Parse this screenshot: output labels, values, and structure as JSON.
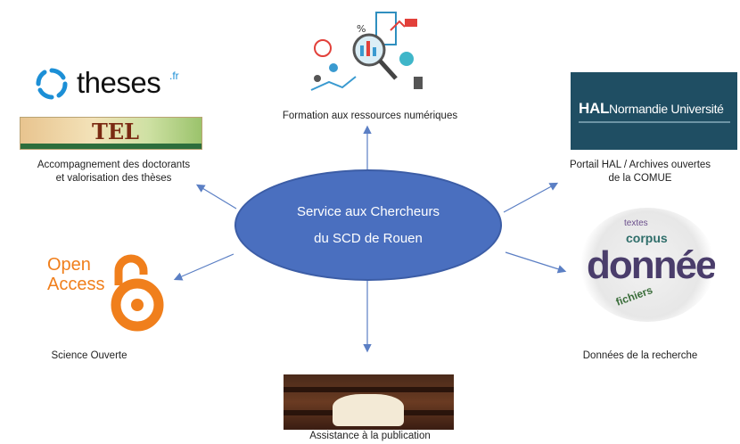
{
  "center": {
    "line1": "Service aux Chercheurs",
    "line2": "du SCD de Rouen"
  },
  "theses_logo": {
    "word": "theses",
    "suffix": ".fr"
  },
  "banner_logo": {
    "text": "TEL"
  },
  "hal_logo": {
    "bold": "HAL",
    "rest": "Normandie Université"
  },
  "open_access_logo": {
    "line1": "Open",
    "line2": "Access"
  },
  "cloud_words": {
    "main": "données",
    "w1": "textes",
    "w2": "corpus",
    "w3": "fichiers"
  },
  "nodes": {
    "top": "Formation aux ressources numériques",
    "top_left_1": "Accompagnement des doctorants",
    "top_left_2": "et valorisation des thèses",
    "top_right_1": "Portail HAL / Archives ouvertes",
    "top_right_2": "de la COMUE",
    "left": "Science Ouverte",
    "right": "Données de la recherche",
    "bottom": "Assistance à la publication"
  },
  "colors": {
    "hub": "#4a6fbf",
    "arrow": "#5b7fc4",
    "open_access": "#f07f1c",
    "hal": "#1f4e63"
  }
}
